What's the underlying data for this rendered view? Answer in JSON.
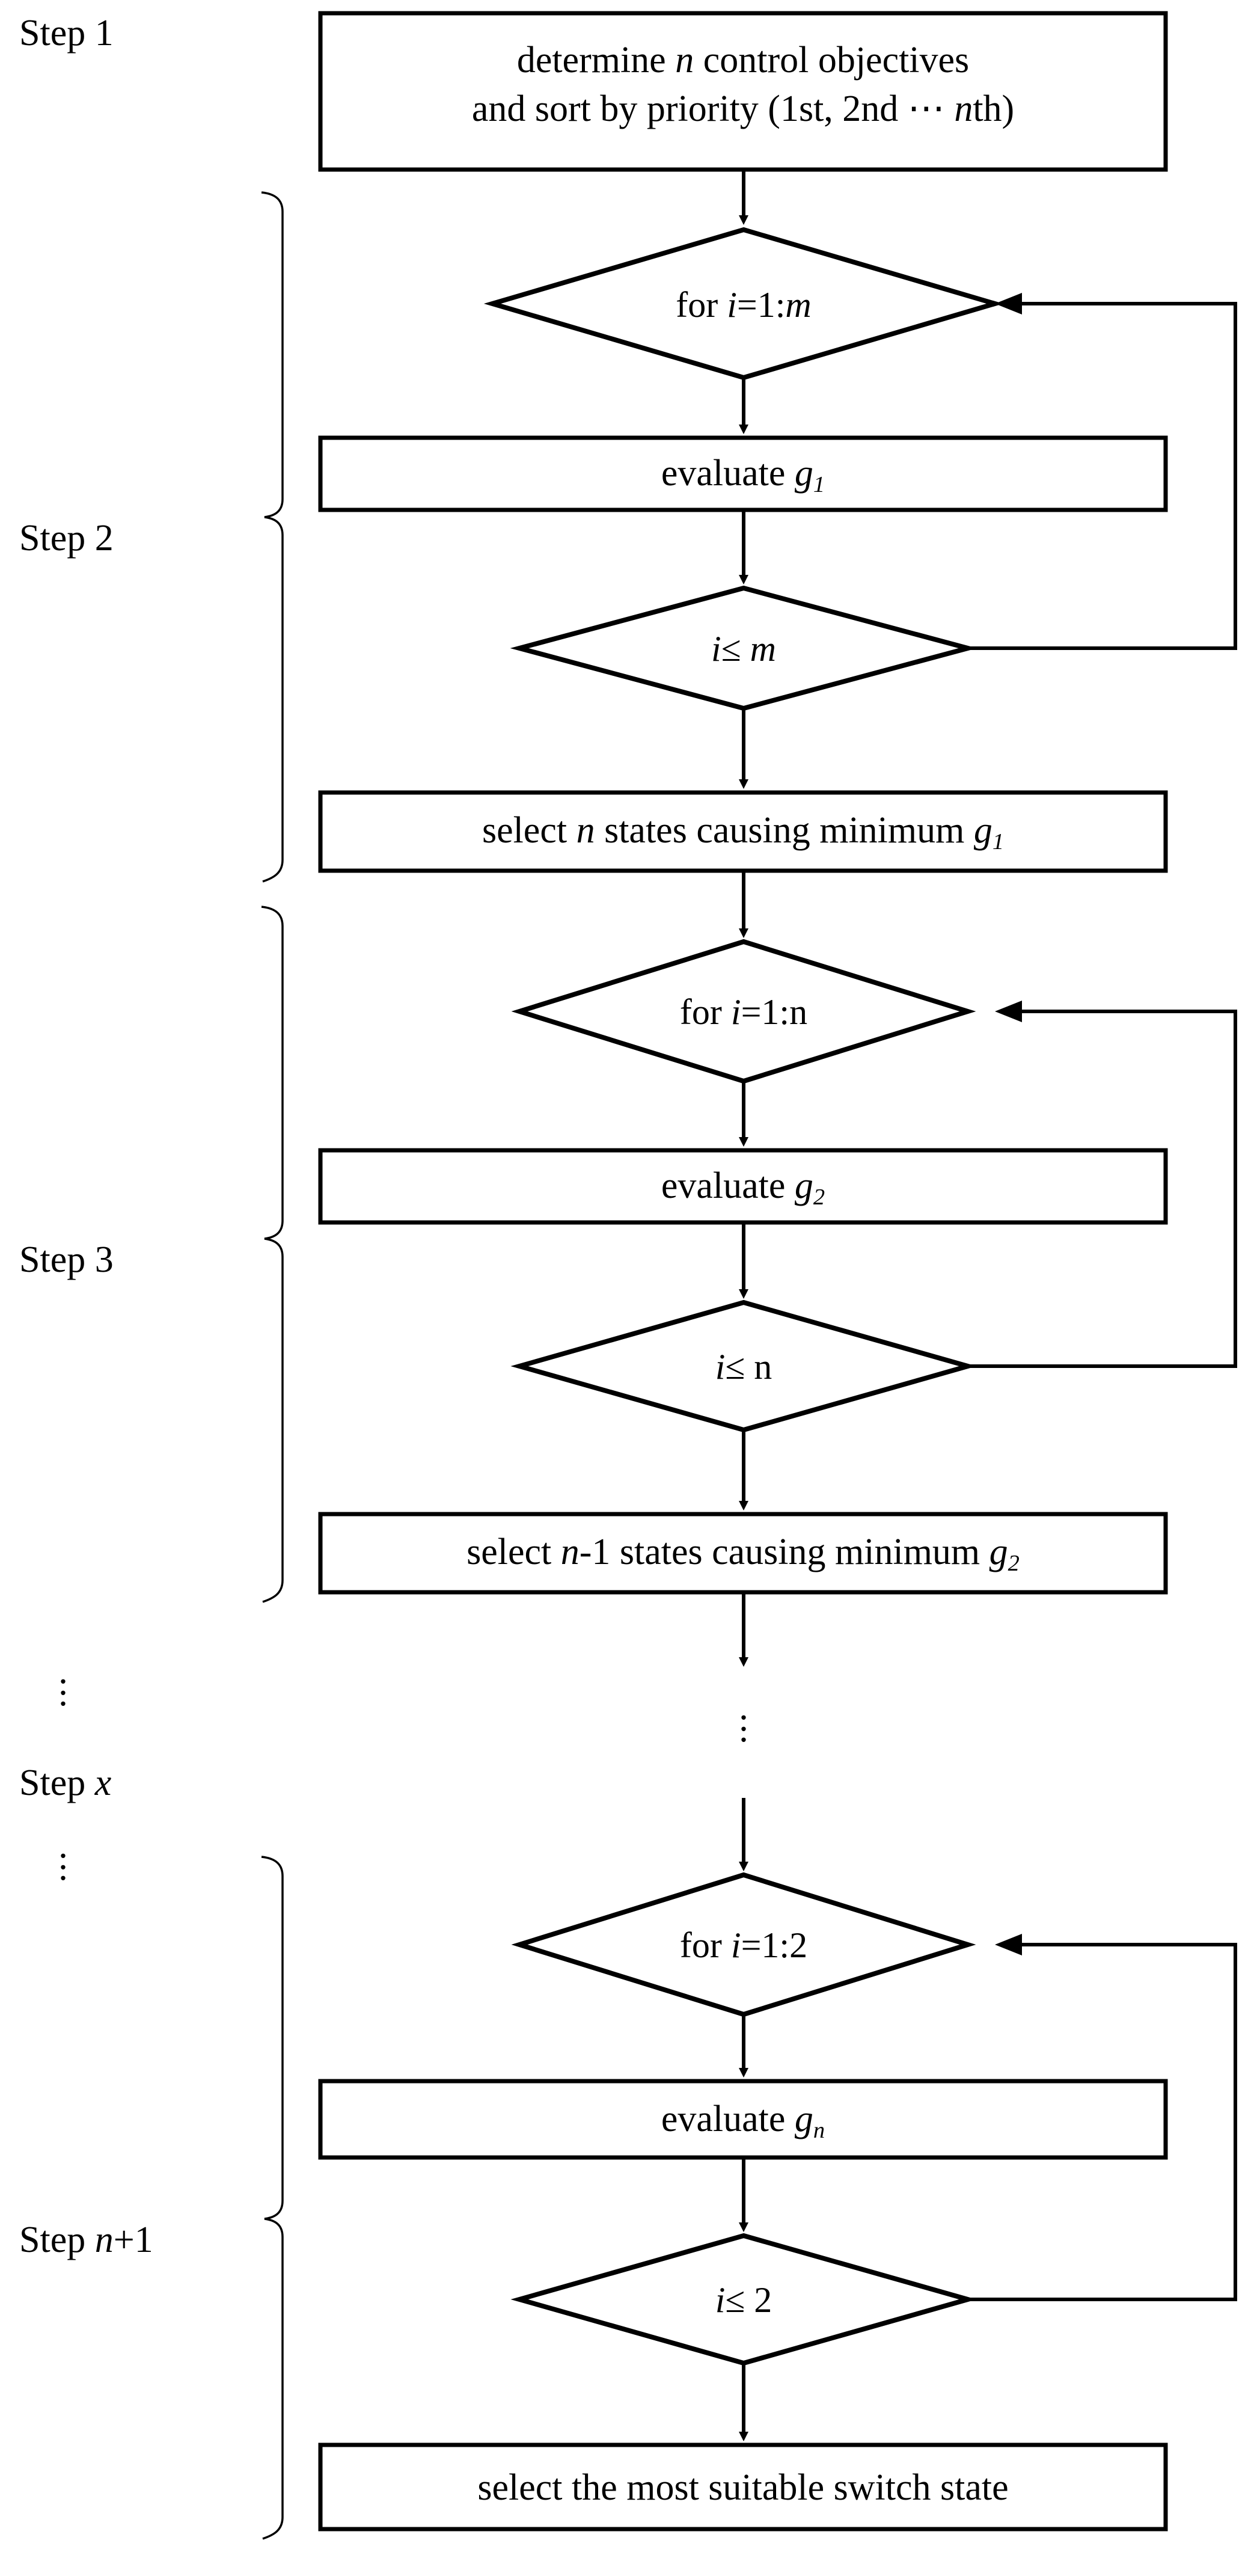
{
  "diagram": {
    "title": "multi-objective sequential evaluation flowchart",
    "background_color": "#ffffff",
    "line_color": "#000000",
    "text_color": "#000000"
  },
  "step_labels": {
    "step1": "Step 1",
    "step2": "Step 2",
    "step3": "Step 3",
    "stepx": "Step x",
    "stepn1": "Step n+1"
  },
  "nodes": {
    "start_box_line1": "determine n control objectives",
    "start_box_line2": "and sort by priority (1st, 2nd ⋯ nth)",
    "loop1_diamond": "for i=1:m",
    "eval1_box": "evaluate g1",
    "cond1_diamond": "i≤ m",
    "select1_box": "select n states causing minimum g1",
    "loop2_diamond": "for i=1:n",
    "eval2_box": "evaluate g2",
    "cond2_diamond": "i≤ n",
    "select2_box": "select n-1 states causing minimum g2",
    "loop3_diamond": "for i=1:2",
    "eval3_box": "evaluate gn",
    "cond3_diamond": "i≤ 2",
    "final_box": "select the most suitable switch state"
  },
  "ellipsis": {
    "vertical_dots": "⋮",
    "horizontal_dots": "⋯"
  }
}
